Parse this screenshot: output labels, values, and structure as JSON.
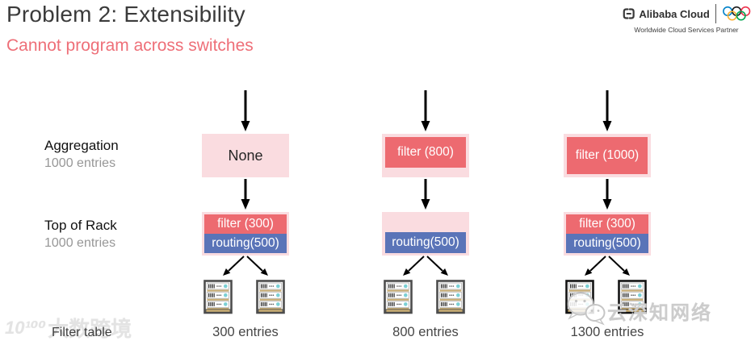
{
  "header": {
    "title": "Problem 2: Extensibility",
    "subtitle": "Cannot program across switches"
  },
  "logo": {
    "brand": "Alibaba Cloud",
    "tagline": "Worldwide Cloud Services Partner",
    "icons": [
      "alibaba-cloud-bracket-icon",
      "olympic-rings-icon"
    ]
  },
  "rows": [
    {
      "label": "Aggregation",
      "entries": "1000 entries"
    },
    {
      "label": "Top of Rack",
      "entries": "1000 entries"
    }
  ],
  "columns": [
    {
      "aggregation": "None",
      "tor": [
        "filter (300)",
        "routing(500)"
      ],
      "result": "300 entries"
    },
    {
      "aggregation": "filter (800)",
      "tor": [
        "routing(500)"
      ],
      "result": "800 entries"
    },
    {
      "aggregation": "filter (1000)",
      "tor": [
        "filter (300)",
        "routing(500)"
      ],
      "result": "1300 entries"
    }
  ],
  "footer": {
    "filter_table": "Filter table"
  },
  "watermarks": {
    "left_mark": "10¹⁰⁰",
    "left_text": "大数跨境",
    "right_text": "云深知网络"
  },
  "colors": {
    "box_pink": "#fadce0",
    "filter_red": "#ed6a70",
    "routing_blue": "#5a74b8",
    "subtitle_coral": "#ee6f78",
    "server_teal": "#7bd0d5",
    "server_tan": "#c9ad73"
  }
}
